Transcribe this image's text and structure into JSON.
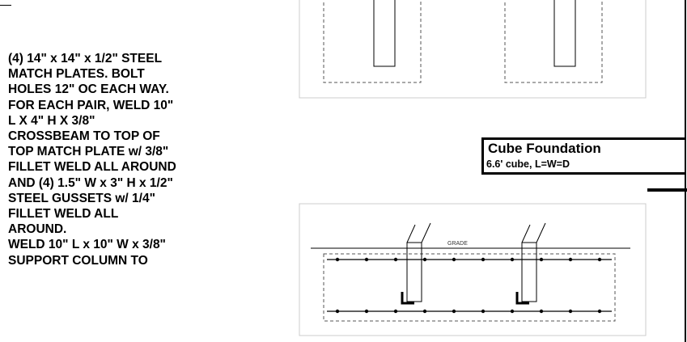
{
  "notes": {
    "lines": [
      "(4) 14\" x 14\" x 1/2\" STEEL",
      "MATCH PLATES.  BOLT",
      "HOLES 12\" OC EACH WAY.",
      "FOR EACH PAIR, WELD 10\"",
      "L X 4\" H X 3/8\"",
      "CROSSBEAM  TO TOP OF",
      "TOP MATCH PLATE w/ 3/8\"",
      "FILLET WELD ALL AROUND",
      "AND (4) 1.5\" W x 3\" H x 1/2\"",
      "STEEL GUSSETS w/ 1/4\"",
      "FILLET WELD ALL",
      "AROUND.",
      "WELD 10\" L x 10\" W x 3/8\"",
      "SUPPORT COLUMN TO"
    ]
  },
  "legend": {
    "title": "Cube Foundation",
    "subtitle": "6.6' cube, L=W=D"
  },
  "section": {
    "grade_label": "GRADE"
  },
  "colors": {
    "line": "#000000",
    "panel_border": "#cccccc",
    "dashed": "#555555"
  }
}
